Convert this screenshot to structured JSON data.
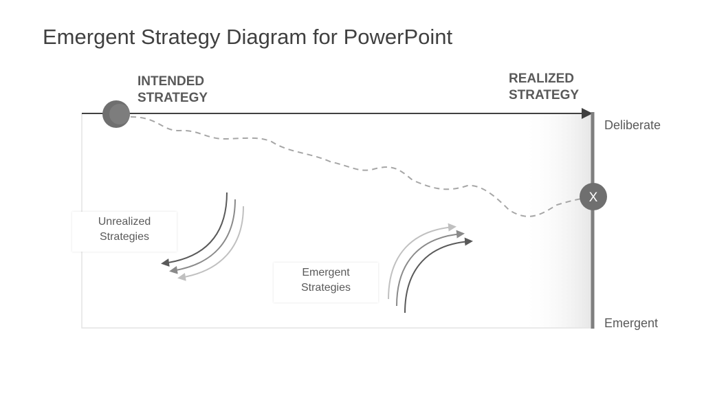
{
  "title": "Emergent Strategy Diagram for PowerPoint",
  "intended_label": [
    "INTENDED",
    "STRATEGY"
  ],
  "realized_label": [
    "REALIZED",
    "STRATEGY"
  ],
  "axis_top_label": "Deliberate",
  "axis_bottom_label": "Emergent",
  "marker_label": "X",
  "unrealized_label": [
    "Unrealized",
    "Strategies"
  ],
  "emergent_label": [
    "Emergent",
    "Strategies"
  ]
}
